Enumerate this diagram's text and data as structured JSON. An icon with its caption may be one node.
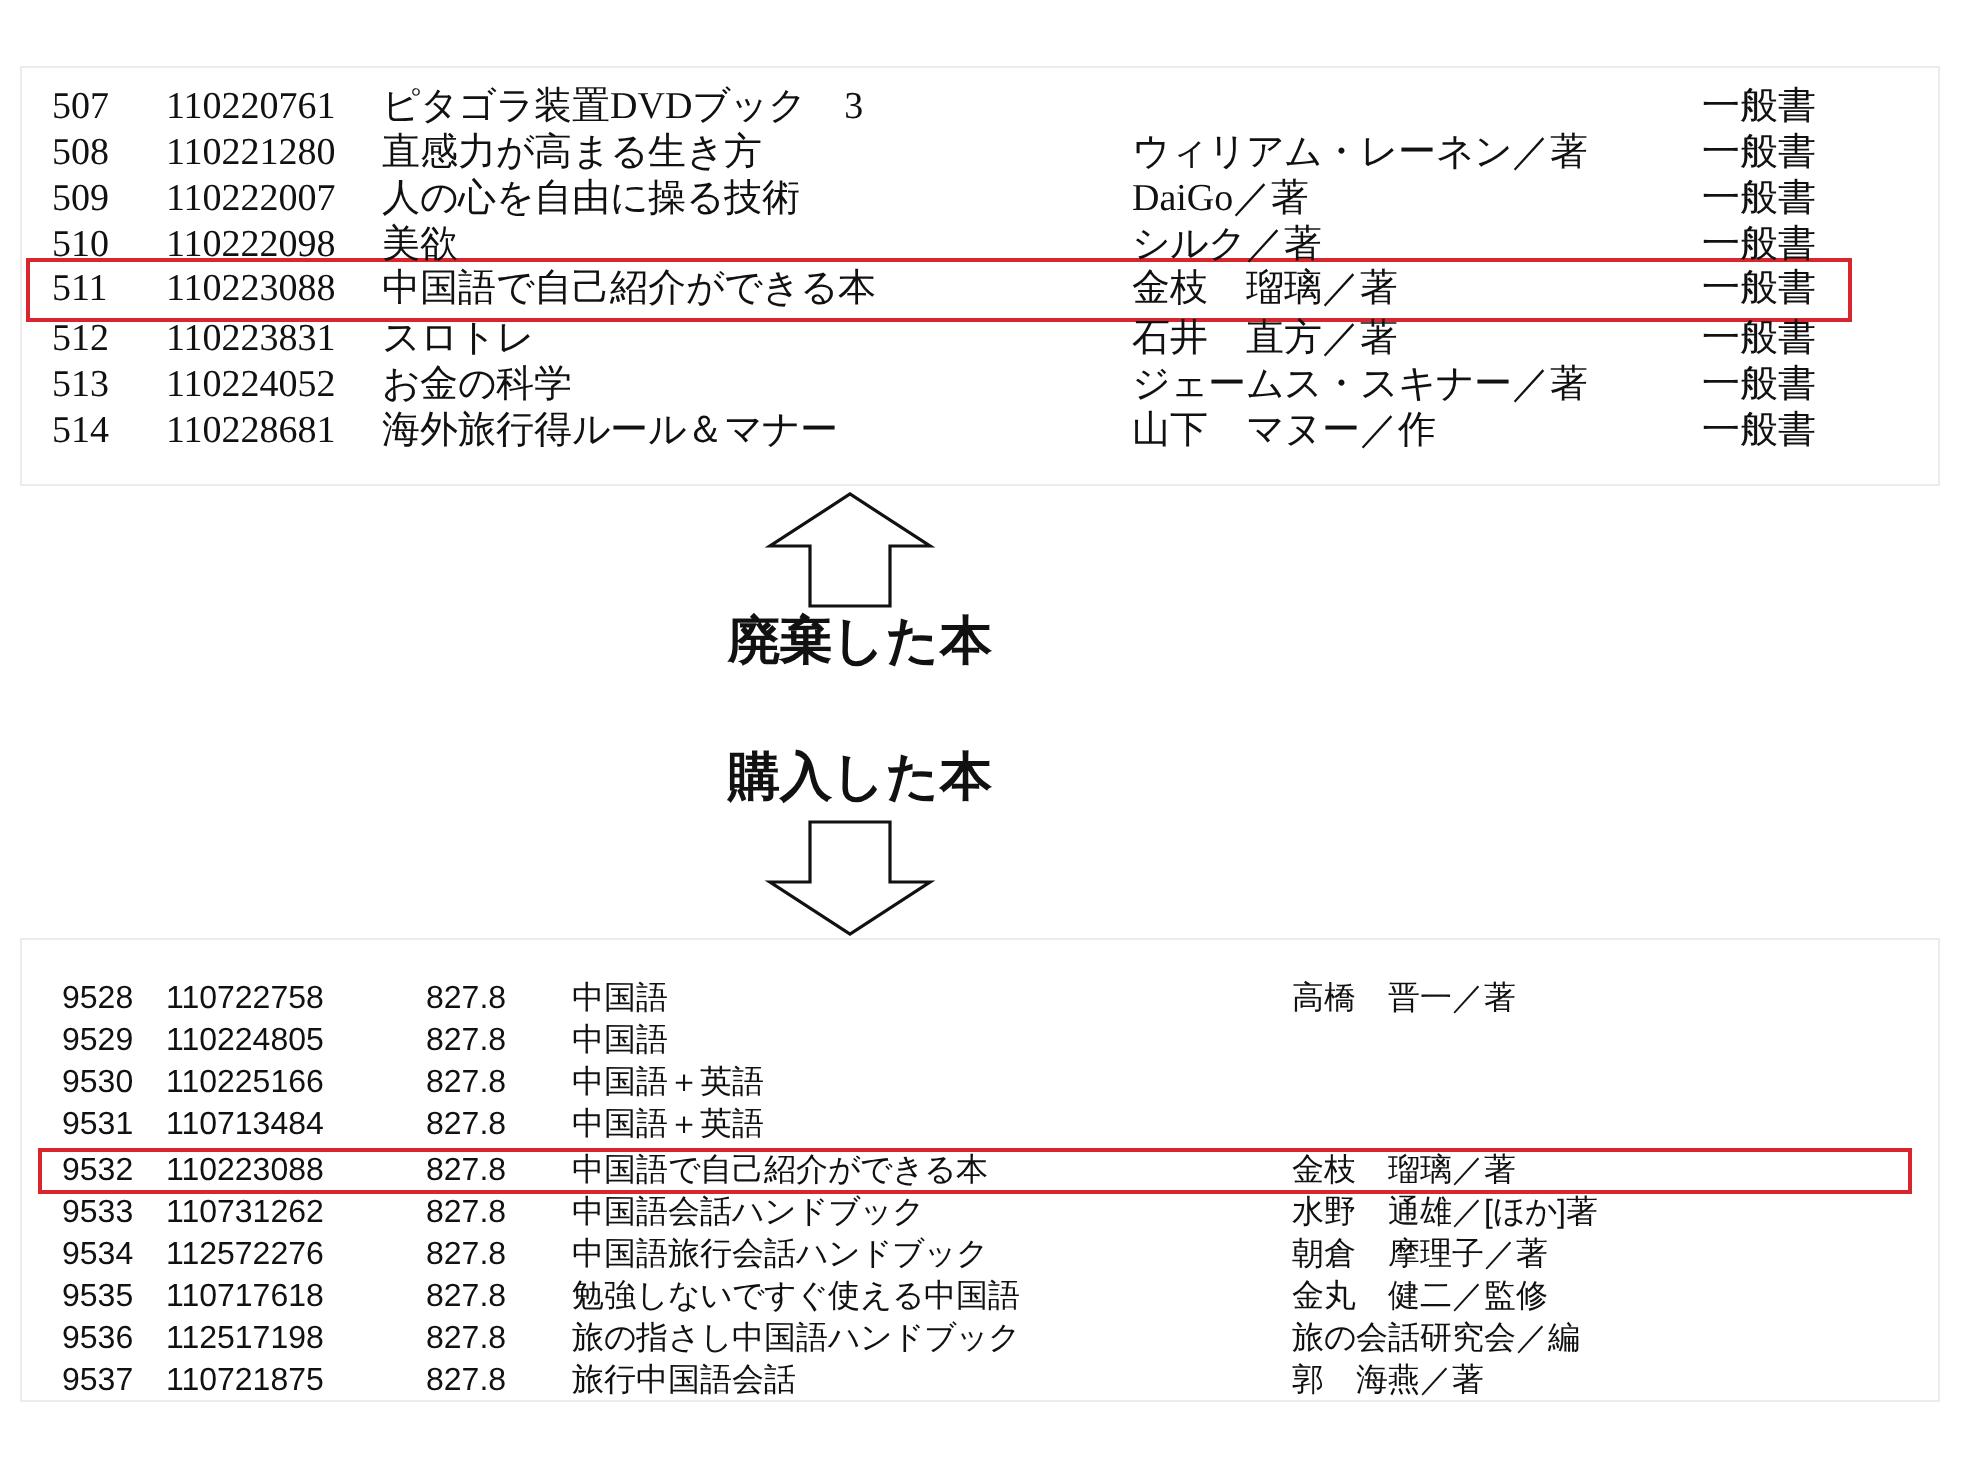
{
  "diagram": {
    "nodes": [
      {
        "text": [],
        "shape": "box"
      },
      {
        "text": [
          "511",
          "110223088",
          "中国語で自己紹介ができる本",
          "金枝　瑠璃／著",
          "一般書"
        ],
        "in": 0
      },
      {
        "text": [
          "廃棄した本"
        ]
      },
      {
        "text": [
          "購入した本"
        ]
      },
      {
        "text": [],
        "shape": "box"
      },
      {
        "text": [
          "9532",
          "110223088",
          "827.8",
          "中国語で自己紹介ができる本",
          "金枝　瑠璃／著"
        ],
        "in": 4
      }
    ],
    "edges": [
      {
        "from": 2,
        "to": 0,
        "arrow": "to"
      },
      {
        "from": 3,
        "to": 4,
        "arrow": "to"
      }
    ],
    "labels": [
      "507",
      "110220761",
      "ピタゴラ装置DVDブック　3",
      "一般書",
      "508",
      "110221280",
      "直感力が高まる生き方",
      "ウィリアム・レーネン／著",
      "一般書",
      "509",
      "110222007",
      "人の心を自由に操る技術",
      "DaiGo／著",
      "一般書",
      "510",
      "110222098",
      "美欲",
      "シルク／著",
      "一般書",
      "512",
      "110223831",
      "スロトレ",
      "石井　直方／著",
      "一般書",
      "513",
      "110224052",
      "お金の科学",
      "ジェームス・スキナー／著",
      "一般書",
      "514",
      "110228681",
      "海外旅行得ルール＆マナー",
      "山下　マヌー／作",
      "一般書",
      "9528",
      "110722758",
      "827.8",
      "中国語",
      "高橋　晋一／著",
      "9529",
      "110224805",
      "827.8",
      "中国語",
      "9530",
      "110225166",
      "827.8",
      "中国語＋英語",
      "9531",
      "110713484",
      "827.8",
      "中国語＋英語",
      "9533",
      "110731262",
      "827.8",
      "中国語会話ハンドブック",
      "水野　通雄／[ほか]著",
      "9534",
      "112572276",
      "827.8",
      "中国語旅行会話ハンドブック",
      "朝倉　摩理子／著",
      "9535",
      "110717618",
      "827.8",
      "勉強しないですぐ使える中国語",
      "金丸　健二／監修",
      "9536",
      "112517198",
      "827.8",
      "旅の指さし中国語ハンドブック",
      "旅の会話研究会／編",
      "9537",
      "110721875",
      "827.8",
      "旅行中国語会話",
      "郭　海燕／著"
    ]
  }
}
